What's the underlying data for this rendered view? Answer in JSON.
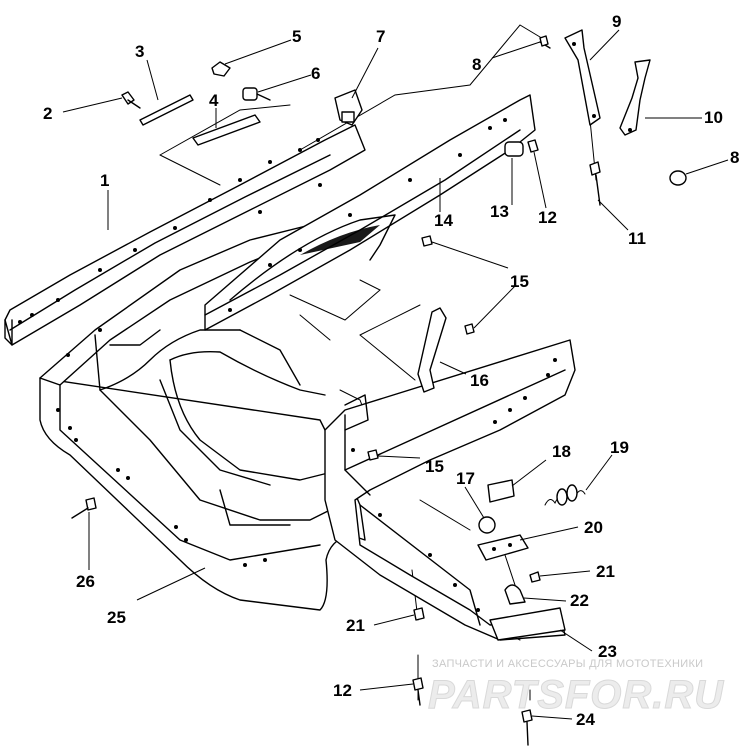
{
  "diagram": {
    "callouts": [
      "1",
      "2",
      "3",
      "4",
      "5",
      "6",
      "7",
      "8",
      "9",
      "10",
      "8",
      "11",
      "12",
      "13",
      "14",
      "15",
      "15",
      "16",
      "15",
      "17",
      "18",
      "19",
      "20",
      "21",
      "22",
      "21",
      "23",
      "12",
      "24",
      "25",
      "26"
    ]
  },
  "watermark": {
    "line1": "ЗАПЧАСТИ И АКСЕССУАРЫ ДЛЯ МОТОТЕХНИКИ",
    "line2": "PARTSFOR.RU"
  }
}
